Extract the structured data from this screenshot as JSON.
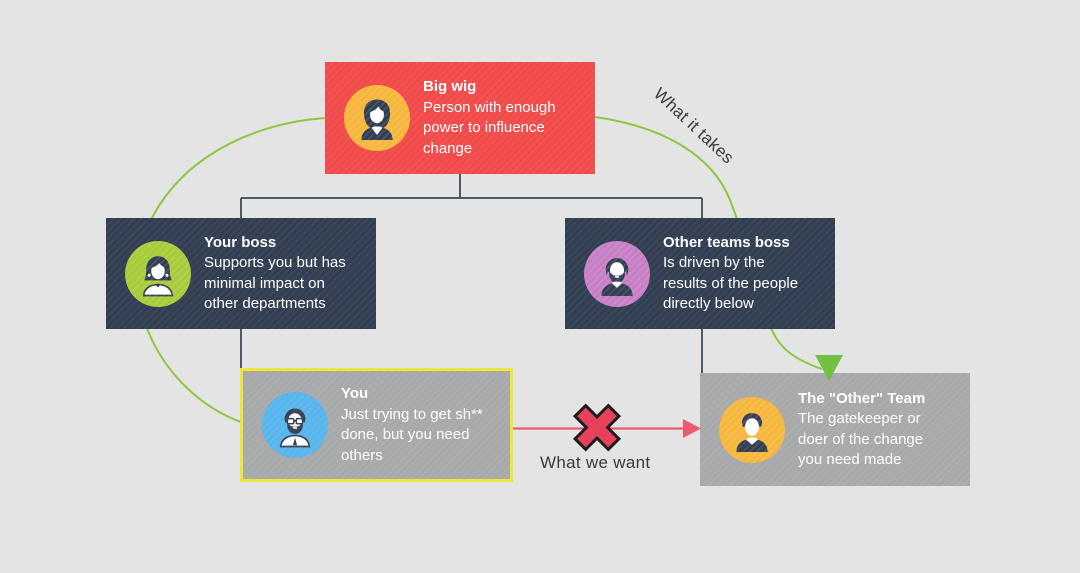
{
  "diagram": {
    "background_color": "#e4e4e4",
    "annotations": {
      "what_it_takes": "What it takes",
      "what_we_want": "What we want"
    },
    "colors": {
      "green_curve": "#8dc63f",
      "green_arrowhead": "#6fc13f",
      "red_line": "#ec5a70",
      "x_fill": "#e8415c",
      "x_outline": "#1d1d1d",
      "connector": "#4d5869",
      "highlight_border": "#f0e63b",
      "node_text": "#ffffff",
      "annotation_text": "#3a3a3a"
    },
    "nodes": [
      {
        "id": "big-wig",
        "title": "Big wig",
        "body": "Person with enough\npower to influence\nchange",
        "box_color": "#f24b4b",
        "avatar_color": "#f6b73c",
        "avatar_icon": "woman-long-hair-icon"
      },
      {
        "id": "your-boss",
        "title": "Your boss",
        "body": "Supports you but has\nminimal impact on\nother departments",
        "box_color": "#323e52",
        "avatar_color": "#a8cb3a",
        "avatar_icon": "woman-bob-icon"
      },
      {
        "id": "other-teams-boss",
        "title": "Other teams boss",
        "body": "Is driven by the\nresults of the people\ndirectly below",
        "box_color": "#323e52",
        "avatar_color": "#c67fc6",
        "avatar_icon": "man-beard-suit-icon"
      },
      {
        "id": "you",
        "title": "You",
        "body": "Just trying to get sh**\ndone, but you need\nothers",
        "box_color": "#a7a9ab",
        "avatar_color": "#55b4ec",
        "avatar_icon": "man-glasses-beard-icon"
      },
      {
        "id": "other-team",
        "title": "The \"Other\" Team",
        "body": "The gatekeeper or\ndoer of the change\nyou need made",
        "box_color": "#a7a9ab",
        "avatar_color": "#f6b73c",
        "avatar_icon": "man-suit-icon"
      }
    ]
  }
}
